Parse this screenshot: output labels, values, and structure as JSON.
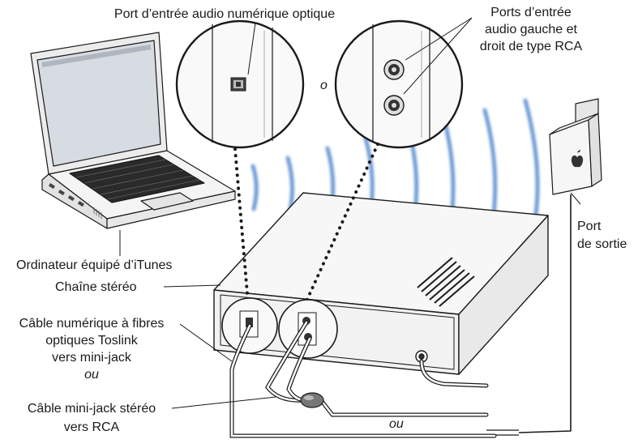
{
  "labels": {
    "optical_input": "Port d’entrée audio numérique optique",
    "rca_ports_line1": "Ports d’entrée",
    "rca_ports_line2": "audio gauche et",
    "rca_ports_line3": "droit de type RCA",
    "or_between_ports": "o",
    "computer": "Ordinateur équipé d’iTunes",
    "stereo": "Chaîne stéréo",
    "toslink_line1": "Câble numérique à fibres",
    "toslink_line2": "optiques Toslink",
    "toslink_line3": "vers mini-jack",
    "or_between_cables": "ou",
    "minijack_line1": "Câble mini-jack stéréo",
    "minijack_line2": "vers RCA",
    "output_port_line1": "Port",
    "output_port_line2": "de sortie",
    "or_bottom": "ou"
  },
  "colors": {
    "line": "#1a1a1a",
    "wave": "#6e9bd6",
    "device": "#f4f4f4",
    "screen": "#d7dbe2"
  },
  "icons": [
    "laptop-icon",
    "stereo-receiver-icon",
    "airport-express-icon",
    "wifi-wave-icon",
    "optical-port-icon",
    "rca-jack-icon",
    "apple-logo-icon"
  ]
}
